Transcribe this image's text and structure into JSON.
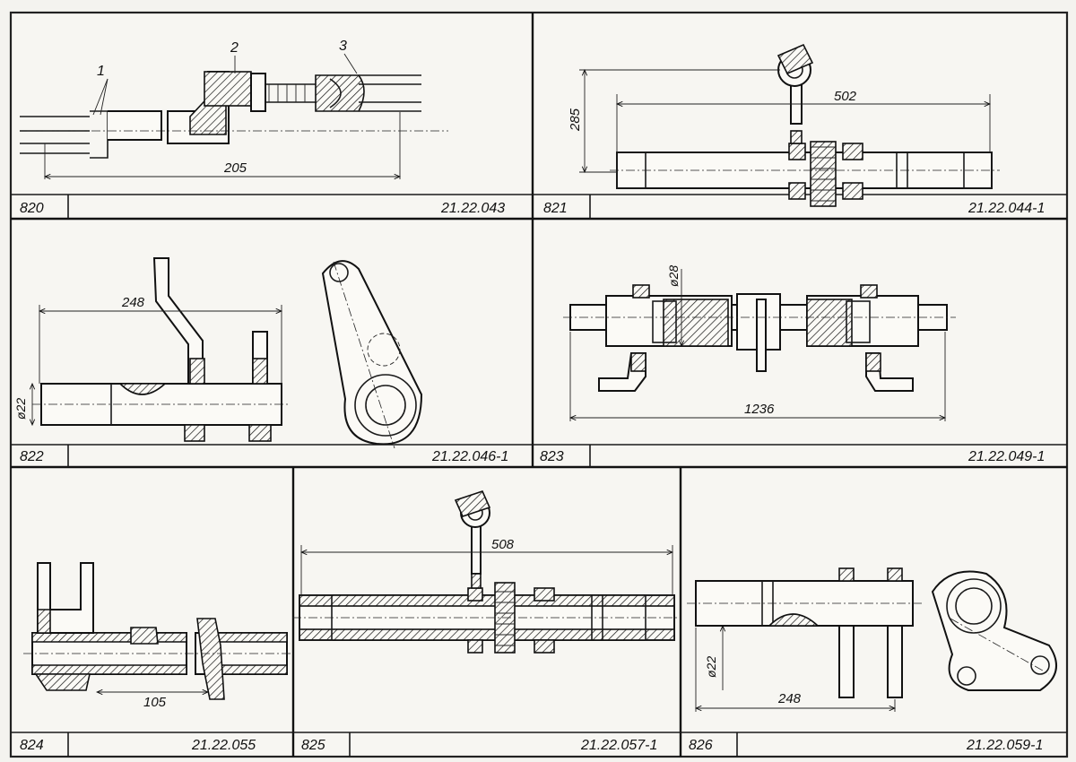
{
  "panels": [
    {
      "id": "820",
      "number": "820",
      "code": "21.22.043",
      "dimensions": [
        "205"
      ],
      "callouts": [
        "1",
        "2",
        "3"
      ]
    },
    {
      "id": "821",
      "number": "821",
      "code": "21.22.044-1",
      "dimensions": [
        "502",
        "285"
      ]
    },
    {
      "id": "822",
      "number": "822",
      "code": "21.22.046-1",
      "dimensions": [
        "248",
        "ø22"
      ]
    },
    {
      "id": "823",
      "number": "823",
      "code": "21.22.049-1",
      "dimensions": [
        "1236",
        "ø28"
      ]
    },
    {
      "id": "824",
      "number": "824",
      "code": "21.22.055",
      "dimensions": [
        "105"
      ]
    },
    {
      "id": "825",
      "number": "825",
      "code": "21.22.057-1",
      "dimensions": [
        "508"
      ]
    },
    {
      "id": "826",
      "number": "826",
      "code": "21.22.059-1",
      "dimensions": [
        "248",
        "ø22"
      ]
    }
  ]
}
